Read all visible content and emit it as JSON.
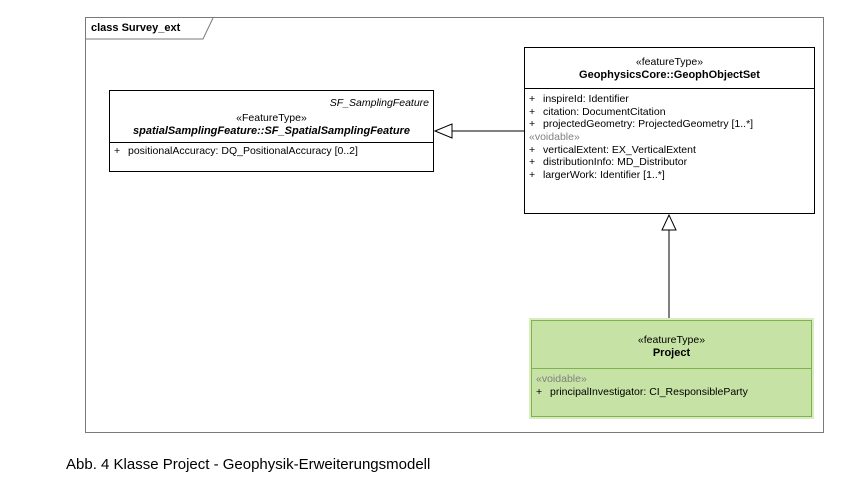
{
  "frame": {
    "label": "class Survey_ext"
  },
  "classes": {
    "sampling": {
      "superclass": "SF_SamplingFeature",
      "stereotype": "«FeatureType»",
      "name": "spatialSamplingFeature::SF_SpatialSamplingFeature",
      "attributes": [
        {
          "vis": "+",
          "text": "positionalAccuracy:  DQ_PositionalAccuracy [0..2]"
        }
      ]
    },
    "geoph": {
      "stereotype": "«featureType»",
      "name": "GeophysicsCore::GeophObjectSet",
      "attributes": [
        {
          "vis": "+",
          "text": "inspireId:  Identifier"
        },
        {
          "vis": "+",
          "text": "citation:  DocumentCitation"
        },
        {
          "vis": "+",
          "text": "projectedGeometry:  ProjectedGeometry [1..*]"
        }
      ],
      "voidable_label": "«voidable»",
      "voidable_attributes": [
        {
          "vis": "+",
          "text": "verticalExtent:  EX_VerticalExtent"
        },
        {
          "vis": "+",
          "text": "distributionInfo:  MD_Distributor"
        },
        {
          "vis": "+",
          "text": "largerWork:  Identifier [1..*]"
        }
      ]
    },
    "project": {
      "stereotype": "«featureType»",
      "name": "Project",
      "voidable_label": "«voidable»",
      "voidable_attributes": [
        {
          "vis": "+",
          "text": "principalInvestigator:  CI_ResponsibleParty"
        }
      ]
    }
  },
  "caption": "Abb. 4 Klasse Project - Geophysik-Erweiterungsmodell"
}
